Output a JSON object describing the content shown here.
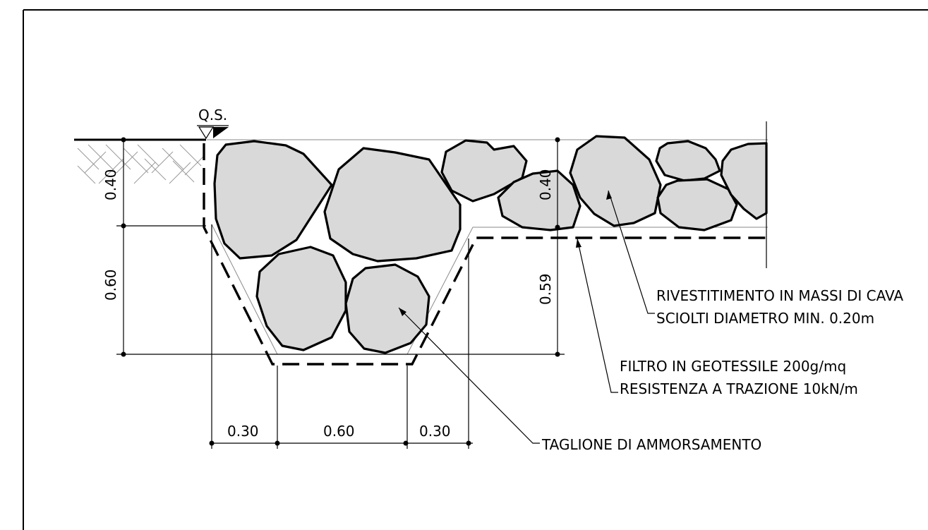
{
  "labels": {
    "qs": "Q.S.",
    "rivestimento_line1": "RIVESTITIMENTO IN MASSI DI CAVA",
    "rivestimento_line2": "SCIOLTI DIAMETRO MIN. 0.20m",
    "filtro_line1": "FILTRO IN GEOTESSILE 200g/mq",
    "filtro_line2": "RESISTENZA A TRAZIONE 10kN/m",
    "taglione": "TAGLIONE DI AMMORSAMENTO"
  },
  "dimensions": {
    "left_top": "0.40",
    "left_bottom": "0.60",
    "right_top": "0.40",
    "right_bottom": "0.59",
    "bottom_left": "0.30",
    "bottom_center": "0.60",
    "bottom_right": "0.30"
  },
  "colors": {
    "rock_fill": "#d9d9d9",
    "line": "#000000",
    "hatch": "#9a9a9a"
  }
}
